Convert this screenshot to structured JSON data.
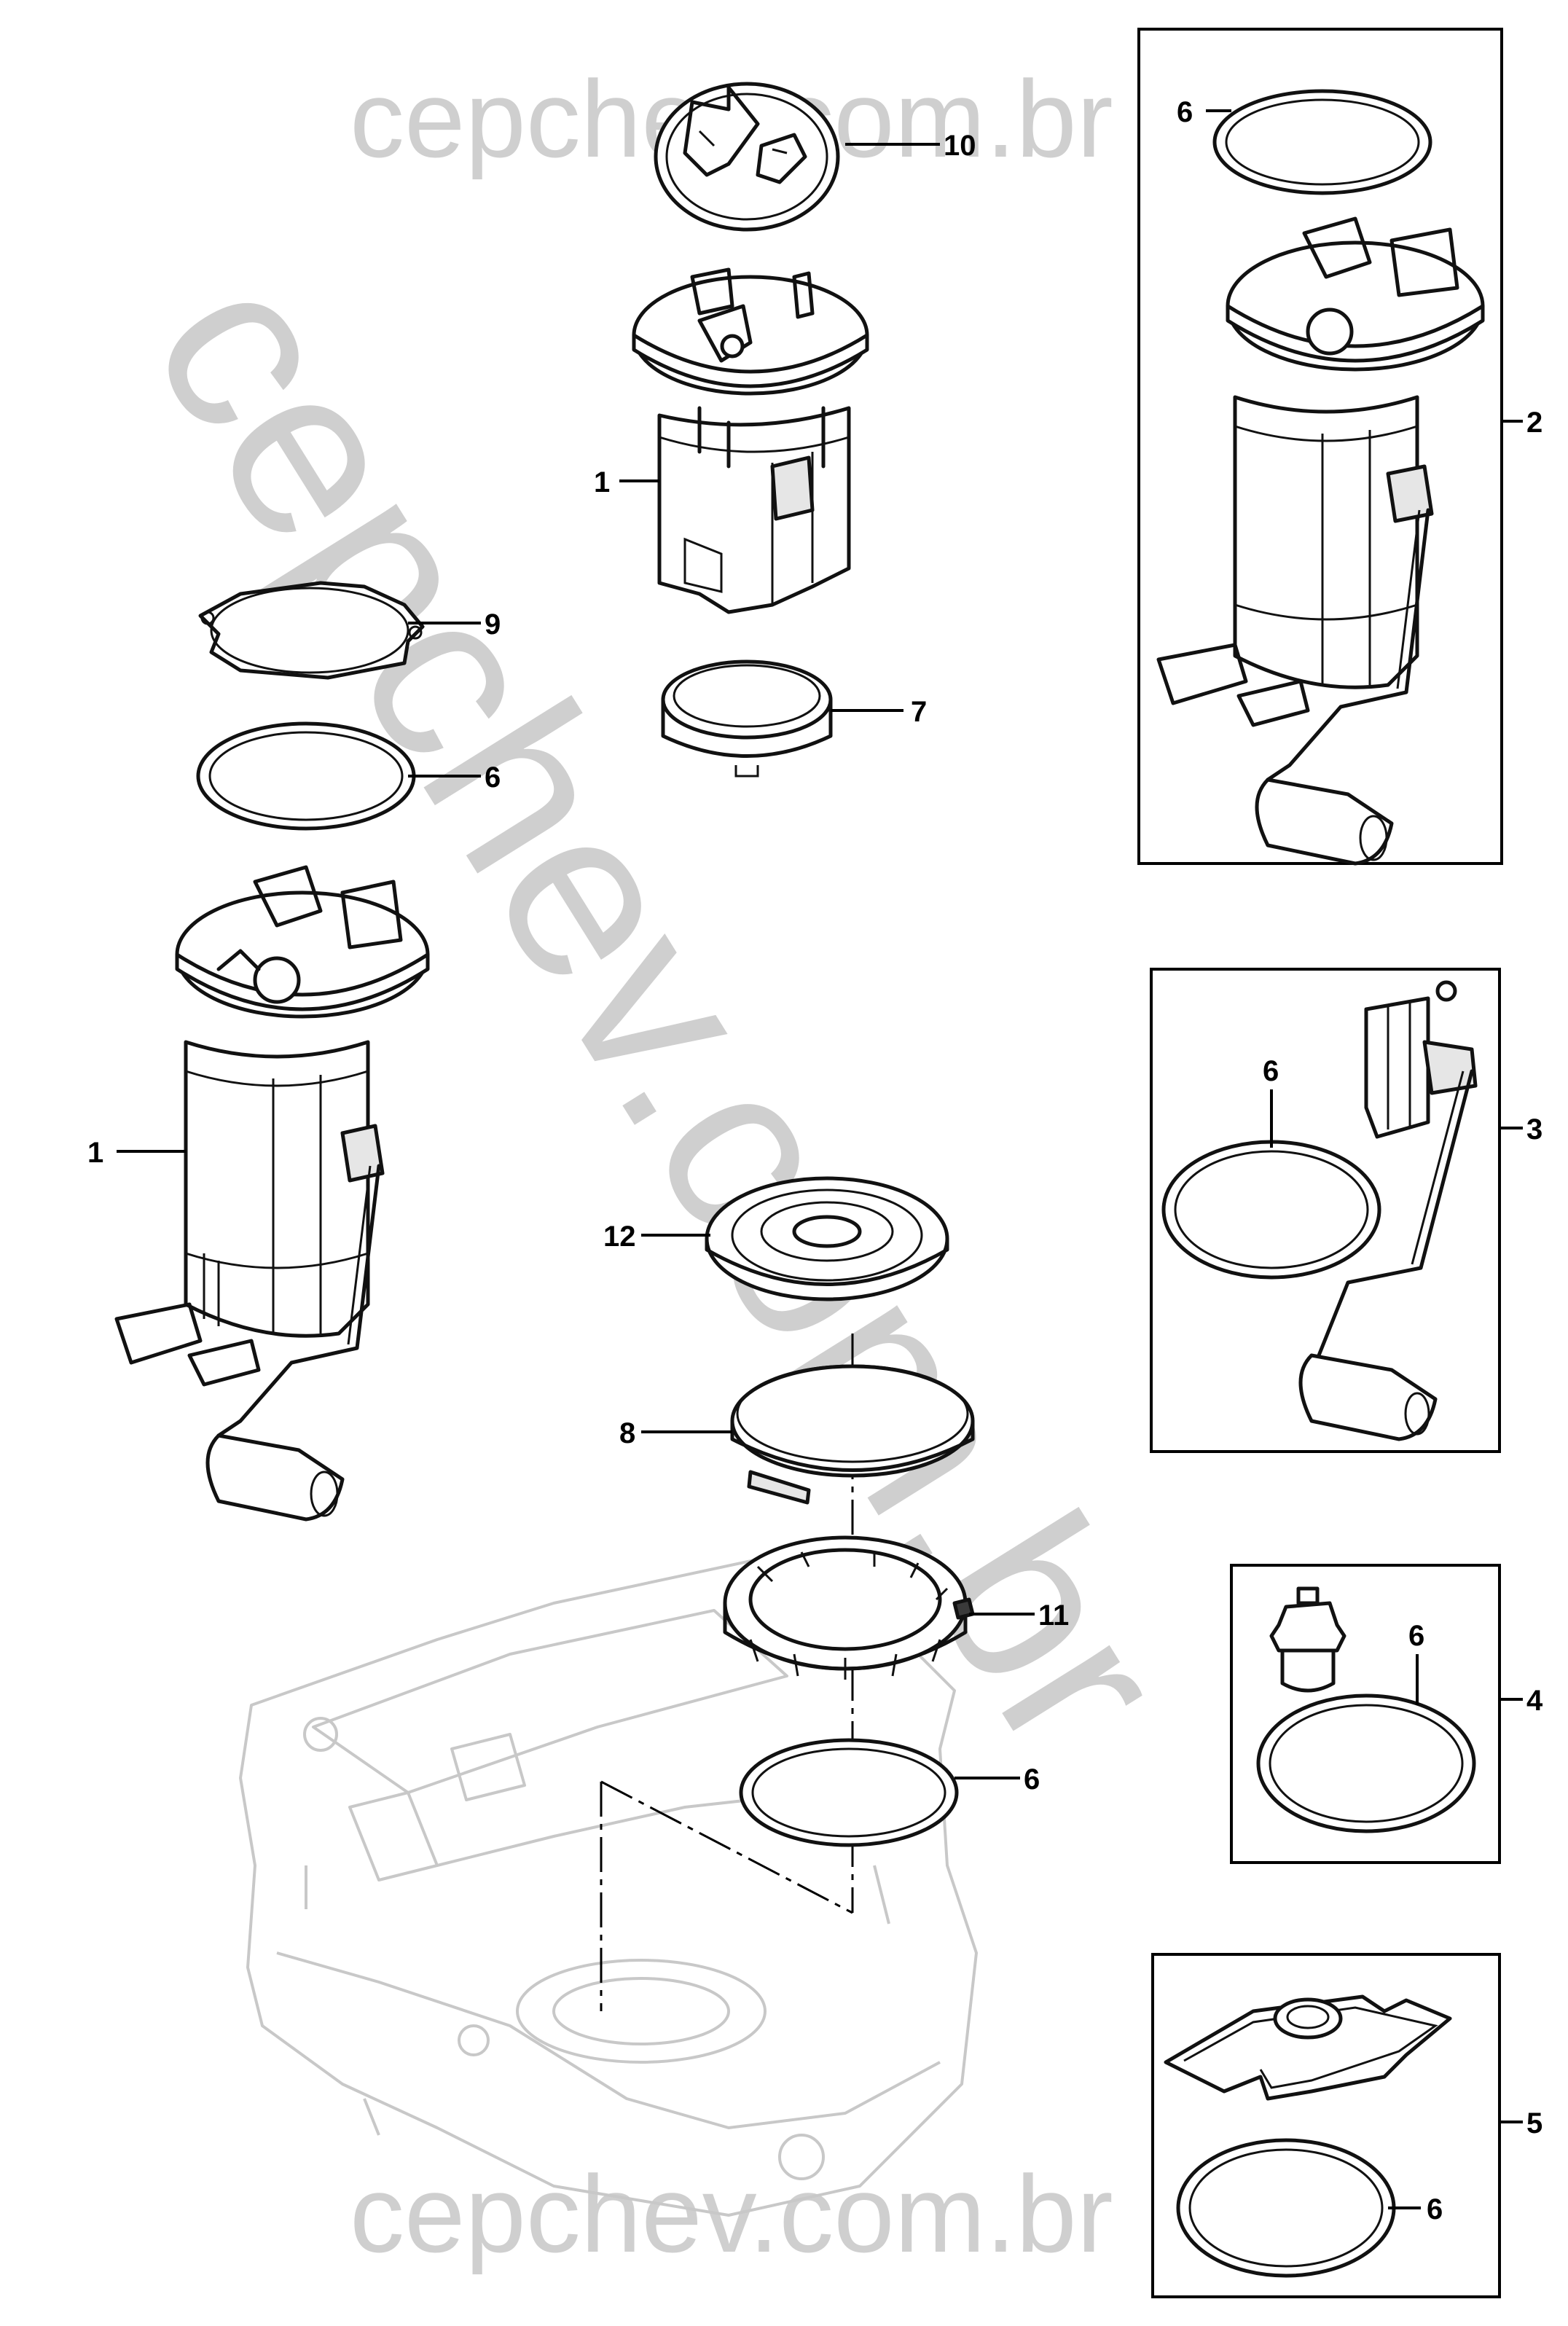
{
  "watermark": {
    "top": "cepchev.com.br",
    "bottom": "cepchev.com.br",
    "diagonal": "cepchev.com.br"
  },
  "callouts": {
    "c1_top": "1",
    "c1_left": "1",
    "c2": "2",
    "c3": "3",
    "c4": "4",
    "c5": "5",
    "c6_box2": "6",
    "c6_left": "6",
    "c6_box3": "6",
    "c6_box4": "6",
    "c6_center": "6",
    "c6_box5": "6",
    "c7": "7",
    "c8": "8",
    "c9": "9",
    "c10": "10",
    "c11": "11",
    "c12": "12"
  },
  "colors": {
    "line": "#111111",
    "watermark": "#cfcfcf",
    "tank_ghost": "#c8c8c8",
    "background": "#ffffff"
  }
}
